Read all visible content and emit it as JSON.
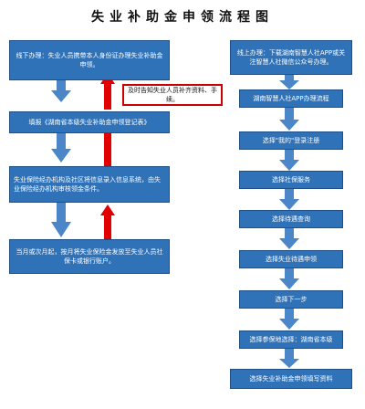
{
  "title": "失业补助金申领流程图",
  "offline": {
    "step1": "线下办理：失业人员携带本人身份证办理失业补助金申领。",
    "step2": "填报《湖南省本级失业补助金申领登记表》",
    "step3": "失业保险经办机构及社区将信息录入信息系统，由失业保险经办机构审核领金条件。",
    "step4": "当月或次月起，按月将失业保险金发放至失业人员社保卡或银行账户。",
    "feedback_note": "及时告知失业人员补齐资料、手续。"
  },
  "online": {
    "step1": "线上办理：下载湖南智慧人社APP或关注智慧人社微信公众号办理。",
    "step2": "湖南智慧人社APP办理流程",
    "step3": "选择\"我的\"登录注册",
    "step4": "选择社保服务",
    "step5": "选择待遇查询",
    "step6": "选择失业待遇申领",
    "step7": "选择下一步",
    "step8": "选择参保地选择：湖南省本级",
    "step9": "选择失业补助金申领填写资料"
  },
  "colors": {
    "box_fill": "#2f72b8",
    "arrow_blue": "#4a86c8",
    "arrow_red": "#e00000",
    "note_border": "#cc0000"
  }
}
